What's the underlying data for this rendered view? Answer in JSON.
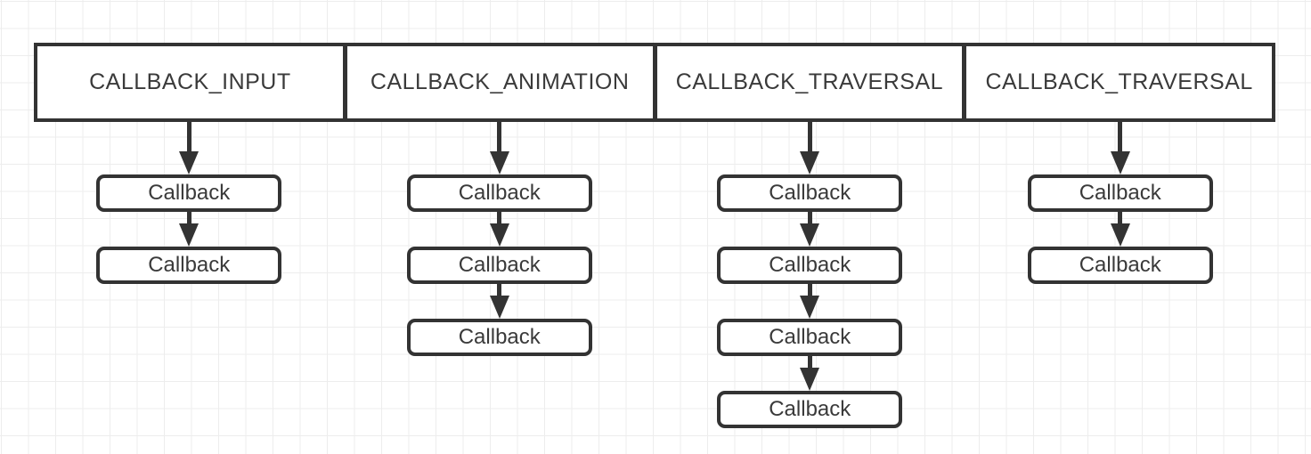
{
  "canvas": {
    "background_color": "#ffffff",
    "grid_line_color": "#ededed",
    "stroke_color": "#333333",
    "text_color": "#3a3a3a",
    "node_fill_color": "#ffffff"
  },
  "diagram": {
    "queues": [
      {
        "label": "CALLBACK_INPUT",
        "callbacks": [
          "Callback",
          "Callback"
        ]
      },
      {
        "label": "CALLBACK_ANIMATION",
        "callbacks": [
          "Callback",
          "Callback",
          "Callback"
        ]
      },
      {
        "label": "CALLBACK_TRAVERSAL",
        "callbacks": [
          "Callback",
          "Callback",
          "Callback",
          "Callback"
        ]
      },
      {
        "label": "CALLBACK_TRAVERSAL",
        "callbacks": [
          "Callback",
          "Callback"
        ]
      }
    ]
  }
}
